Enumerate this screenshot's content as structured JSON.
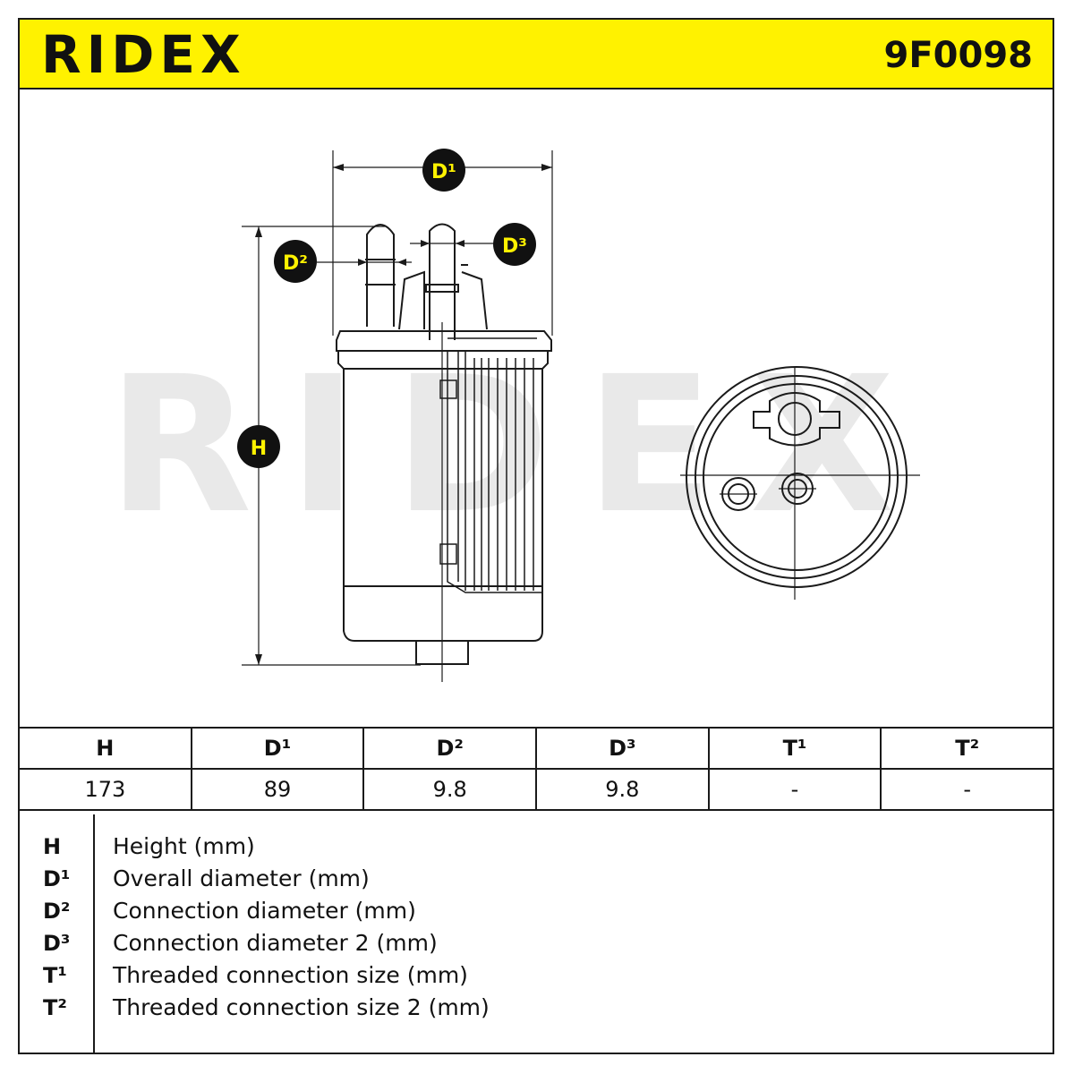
{
  "header": {
    "brand": "RIDEX",
    "part_number": "9F0098"
  },
  "diagram": {
    "watermark": "RIDEX",
    "labels": {
      "d1": "D¹",
      "d2": "D²",
      "d3": "D³",
      "h": "H"
    },
    "colors": {
      "accent": "#fff200",
      "line": "#1a1a1a",
      "watermark": "#e6e6e6"
    }
  },
  "specs": {
    "headers": [
      "H",
      "D¹",
      "D²",
      "D³",
      "T¹",
      "T²"
    ],
    "values": [
      "173",
      "89",
      "9.8",
      "9.8",
      "-",
      "-"
    ]
  },
  "legend": [
    {
      "symbol": "H",
      "description": "Height (mm)"
    },
    {
      "symbol": "D¹",
      "description": "Overall diameter (mm)"
    },
    {
      "symbol": "D²",
      "description": "Connection diameter (mm)"
    },
    {
      "symbol": "D³",
      "description": "Connection diameter 2 (mm)"
    },
    {
      "symbol": "T¹",
      "description": "Threaded connection size (mm)"
    },
    {
      "symbol": "T²",
      "description": "Threaded connection size 2 (mm)"
    }
  ]
}
